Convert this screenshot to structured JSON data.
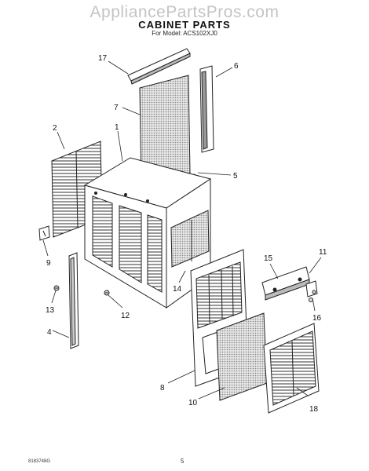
{
  "watermark": "AppliancePartsPros.com",
  "title": "CABINET PARTS",
  "subtitle": "For Model: ACS102XJ0",
  "callouts": {
    "p1": "1",
    "p2": "2",
    "p4": "4",
    "p5": "5",
    "p6": "6",
    "p7": "7",
    "p8": "8",
    "p9": "9",
    "p10": "10",
    "p11": "11",
    "p12": "12",
    "p13": "13",
    "p14": "14",
    "p15": "15",
    "p16": "16",
    "p17": "17",
    "p18": "18"
  },
  "footer": {
    "doc_number": "8183748G",
    "page": "5"
  }
}
